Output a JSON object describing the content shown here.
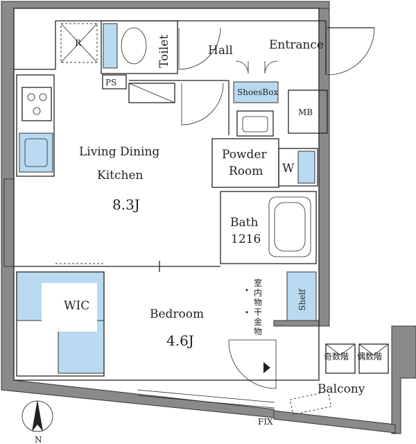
{
  "rooms": {
    "ldk": {
      "name_line1": "Living Dining",
      "name_line2": "Kitchen",
      "size": "8.3J"
    },
    "bedroom": {
      "name": "Bedroom",
      "size": "4.6J"
    },
    "wic": "WIC",
    "toilet": "Toilet",
    "hall": "Hall",
    "entrance": "Entrance",
    "shoes_box": "ShoesBox",
    "mb": "MB",
    "powder_room_line1": "Powder",
    "powder_room_line2": "Room",
    "w": "W",
    "bath_line1": "Bath",
    "bath_line2": "1216",
    "shelf": "Shelf",
    "balcony": "Balcony",
    "ps": "PS",
    "r": "R",
    "indoor_dryer": [
      "室",
      "内",
      "物",
      "干",
      "金",
      "物"
    ],
    "stair_left": "奇数階",
    "stair_right": "偶数階",
    "fix": "FIX",
    "north": "N"
  },
  "colors": {
    "wall": "#8a8a8a",
    "fixture_blue": "#b9daf0"
  }
}
